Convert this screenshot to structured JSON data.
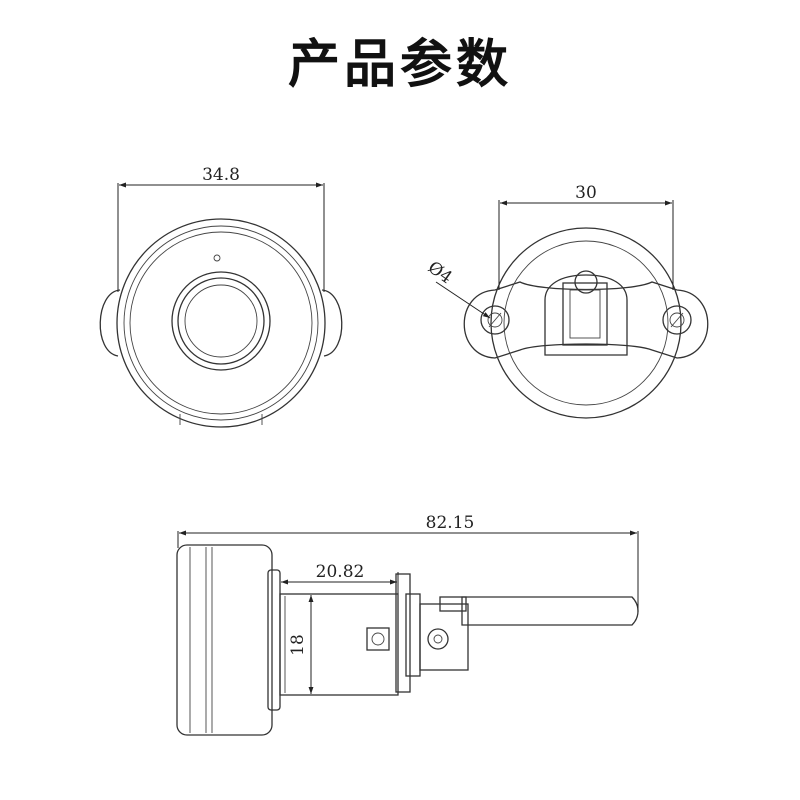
{
  "title": "产品参数",
  "dimensions": {
    "front_width": "34.8",
    "back_width": "30",
    "hole_diameter": "Ø4",
    "total_length": "82.15",
    "body_length": "20.82",
    "body_height": "18"
  },
  "colors": {
    "line": "#333333",
    "title": "#111111"
  }
}
